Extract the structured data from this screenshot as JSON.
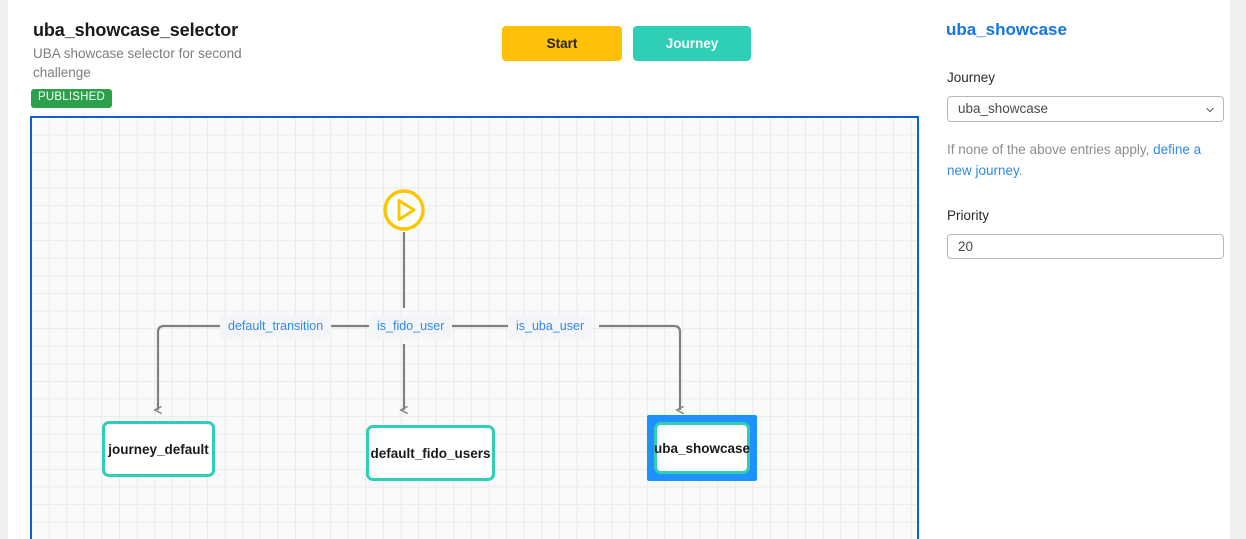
{
  "header": {
    "title": "uba_showcase_selector",
    "subtitle": "UBA showcase selector for second challenge",
    "status_badge": "PUBLISHED",
    "buttons": {
      "start": "Start",
      "journey": "Journey"
    }
  },
  "flow": {
    "start_node": {
      "icon": "play-circle-icon",
      "label": ""
    },
    "transitions": [
      {
        "id": "default_transition",
        "label": "default_transition"
      },
      {
        "id": "is_fido_user",
        "label": "is_fido_user"
      },
      {
        "id": "is_uba_user",
        "label": "is_uba_user"
      }
    ],
    "nodes": [
      {
        "id": "journey_default",
        "label": "journey_default",
        "selected": false
      },
      {
        "id": "default_fido_users",
        "label": "default_fido_users",
        "selected": false
      },
      {
        "id": "uba_showcase",
        "label": "uba_showcase",
        "selected": true
      }
    ]
  },
  "panel": {
    "title": "uba_showcase",
    "journey_label": "Journey",
    "journey_value": "uba_showcase",
    "journey_options": [
      "uba_showcase"
    ],
    "helper_prefix": "If none of the above entries apply, ",
    "helper_link": "define a new journey",
    "helper_suffix": ".",
    "priority_label": "Priority",
    "priority_value": "20"
  },
  "colors": {
    "accent_blue": "#1474e4",
    "link_blue": "#2e8ae6",
    "node_teal": "#2ecfb4",
    "start_yellow": "#ffc107",
    "badge_green": "#2aa14a",
    "selection_blue": "#1e90ff",
    "canvas_border": "#0b63ce",
    "connector_gray": "#808080"
  }
}
